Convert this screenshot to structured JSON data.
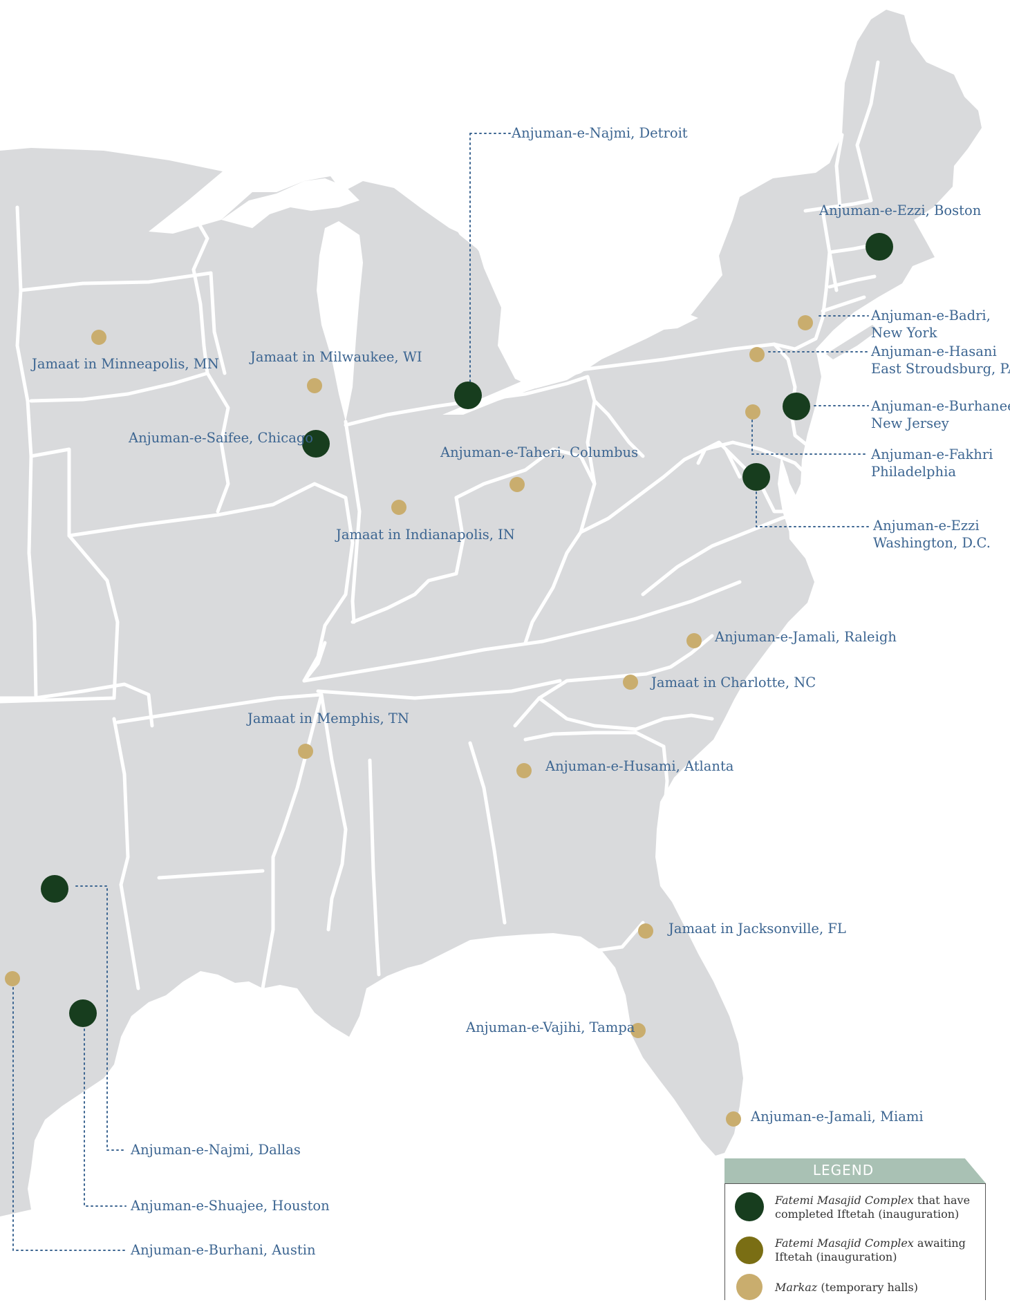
{
  "colors": {
    "land": "#d9dadc",
    "border": "#ffffff",
    "complex_done": "#173d1e",
    "complex_awaiting": "#7a6e14",
    "markaz": "#c9ad6e",
    "label_text": "#3c6591",
    "leader_line": "#3c6591",
    "legend_header": "#a9c1b4"
  },
  "markers": [
    {
      "id": "detroit",
      "type": "complex_done",
      "label": "Anjuman-e-Najmi, Detroit"
    },
    {
      "id": "boston",
      "type": "complex_done",
      "label": "Anjuman-e-Ezzi, Boston"
    },
    {
      "id": "new-york",
      "type": "markaz",
      "label_lines": [
        "Anjuman-e-Badri,",
        "New York"
      ]
    },
    {
      "id": "east-stroudsburg",
      "type": "markaz",
      "label_lines": [
        "Anjuman-e-Hasani",
        "East Stroudsburg, PA"
      ]
    },
    {
      "id": "new-jersey",
      "type": "complex_done",
      "label_lines": [
        "Anjuman-e-Burhanee",
        "New Jersey"
      ]
    },
    {
      "id": "philadelphia",
      "type": "markaz",
      "label_lines": [
        "Anjuman-e-Fakhri",
        "Philadelphia"
      ]
    },
    {
      "id": "washington",
      "type": "complex_done",
      "label_lines": [
        "Anjuman-e-Ezzi",
        "Washington, D.C."
      ]
    },
    {
      "id": "minneapolis",
      "type": "markaz",
      "label": "Jamaat in Minneapolis, MN"
    },
    {
      "id": "milwaukee",
      "type": "markaz",
      "label": "Jamaat in Milwaukee, WI"
    },
    {
      "id": "chicago",
      "type": "complex_done",
      "label": "Anjuman-e-Saifee, Chicago"
    },
    {
      "id": "columbus",
      "type": "markaz",
      "label": "Anjuman-e-Taheri, Columbus"
    },
    {
      "id": "indianapolis",
      "type": "markaz",
      "label": "Jamaat in Indianapolis, IN"
    },
    {
      "id": "raleigh",
      "type": "markaz",
      "label": "Anjuman-e-Jamali, Raleigh"
    },
    {
      "id": "charlotte",
      "type": "markaz",
      "label": "Jamaat in Charlotte, NC"
    },
    {
      "id": "memphis",
      "type": "markaz",
      "label": "Jamaat in Memphis, TN"
    },
    {
      "id": "atlanta",
      "type": "markaz",
      "label": "Anjuman-e-Husami, Atlanta"
    },
    {
      "id": "jacksonville",
      "type": "markaz",
      "label": "Jamaat in Jacksonville, FL"
    },
    {
      "id": "tampa",
      "type": "markaz",
      "label": "Anjuman-e-Vajihi, Tampa"
    },
    {
      "id": "miami",
      "type": "markaz",
      "label": "Anjuman-e-Jamali, Miami"
    },
    {
      "id": "dallas",
      "type": "complex_done",
      "label": "Anjuman-e-Najmi, Dallas"
    },
    {
      "id": "houston",
      "type": "complex_done",
      "label": "Anjuman-e-Shuajee, Houston"
    },
    {
      "id": "austin",
      "type": "markaz",
      "label": "Anjuman-e-Burhani, Austin"
    }
  ],
  "legend": {
    "title": "LEGEND",
    "items": [
      {
        "type": "complex_done",
        "italic": "Fatemi Masajid Complex",
        "text": " that have completed Iftetah (inauguration)"
      },
      {
        "type": "complex_awaiting",
        "italic": "Fatemi Masajid Complex",
        "text": " awaiting Iftetah (inauguration)"
      },
      {
        "type": "markaz",
        "italic": "Markaz",
        "text": " (temporary halls)"
      }
    ]
  }
}
